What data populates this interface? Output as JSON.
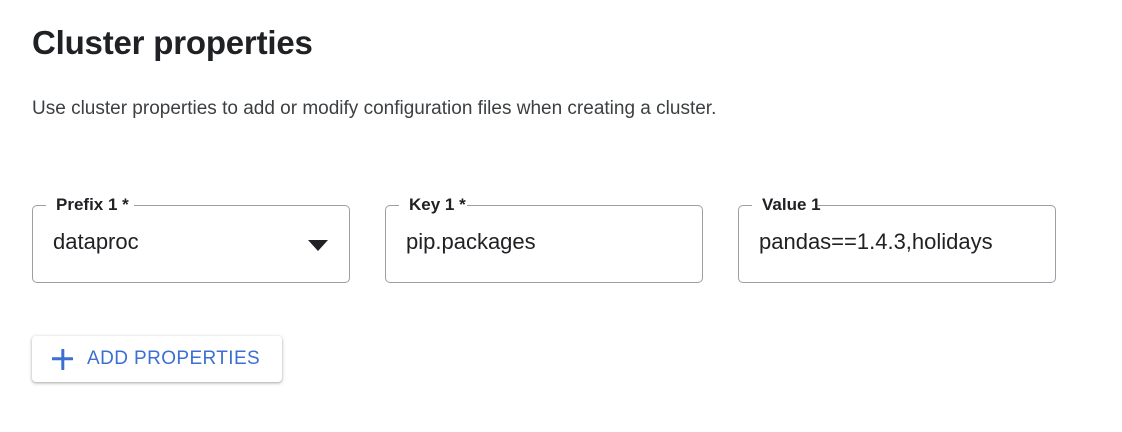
{
  "header": {
    "title": "Cluster properties",
    "subtitle": "Use cluster properties to add or modify configuration files when creating a cluster."
  },
  "form": {
    "fields": [
      {
        "label": "Prefix 1 *",
        "value": "dataproc",
        "type": "select",
        "icon": "chevron-down-icon"
      },
      {
        "label": "Key 1 *",
        "value": "pip.packages",
        "type": "text"
      },
      {
        "label": "Value 1",
        "value": "pandas==1.4.3,holidays",
        "type": "text"
      }
    ]
  },
  "actions": {
    "add_properties_label": "ADD PROPERTIES",
    "add_properties_icon": "plus-icon"
  },
  "colors": {
    "accent_blue": "#3b6fd4",
    "text_primary": "#202124",
    "text_secondary": "#3c4043",
    "field_border": "#9aa0a6",
    "background": "#ffffff"
  }
}
